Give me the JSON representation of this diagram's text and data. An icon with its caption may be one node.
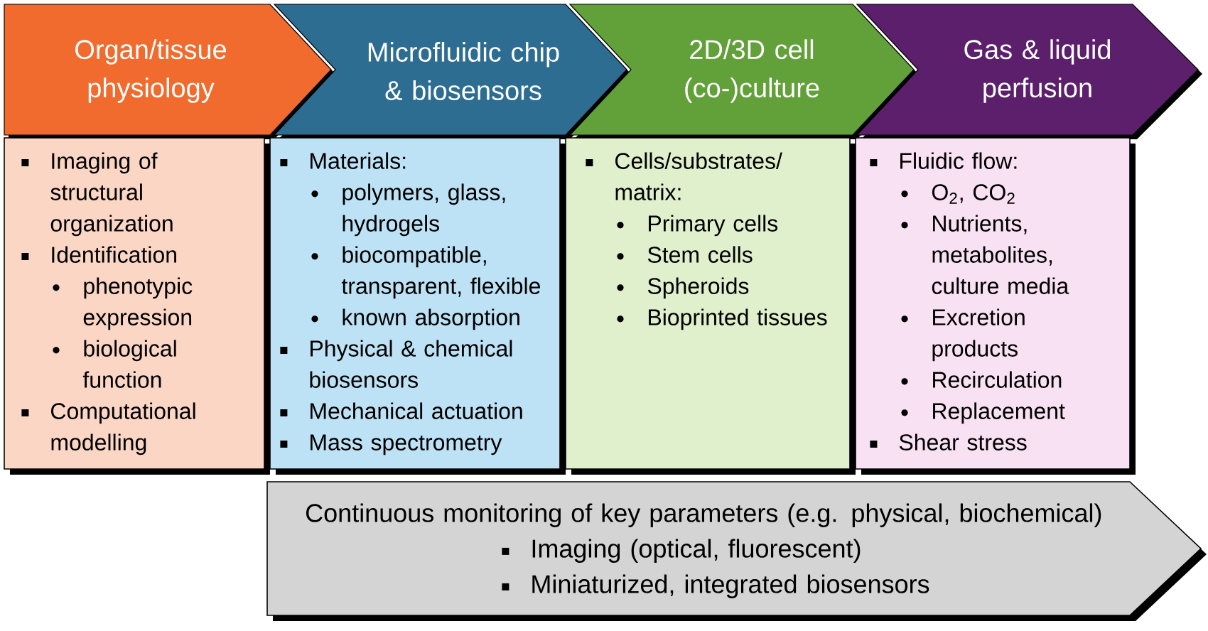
{
  "diagram": {
    "nodes": [
      {
        "text": [
          "Organ/tissue physiology"
        ]
      },
      {
        "text": [
          "Microfluidic chip & biosensors"
        ]
      },
      {
        "text": [
          "2D/3D cell (co-)culture"
        ]
      },
      {
        "text": [
          "Gas & liquid perfusion"
        ]
      },
      {
        "text": [
          "Imaging of structural organization",
          "Identification",
          "phenotypic expression",
          "biological function",
          "Computational modelling"
        ]
      },
      {
        "text": [
          "Materials:",
          "polymers, glass, hydrogels",
          "biocompatible, transparent, flexible",
          "known absorption",
          "Physical & chemical biosensors",
          "Mechanical actuation",
          "Mass spectrometry"
        ]
      },
      {
        "text": [
          "Cells/substrates/ matrix:",
          "Primary cells",
          "Stem cells",
          "Spheroids",
          "Bioprinted tissues"
        ]
      },
      {
        "text": [
          "Fluidic flow:",
          "O$_{2}$, CO$_{2}$",
          "Nutrients, metabolites, culture media",
          "Excretion products",
          "Recirculation",
          "Replacement",
          "Shear stress"
        ]
      },
      {
        "text": [
          "Continuous monitoring of key parameters (e.g. physical, biochemical)",
          "Imaging (optical, fluorescent)",
          "Miniaturized, integrated biosensors"
        ]
      }
    ]
  }
}
